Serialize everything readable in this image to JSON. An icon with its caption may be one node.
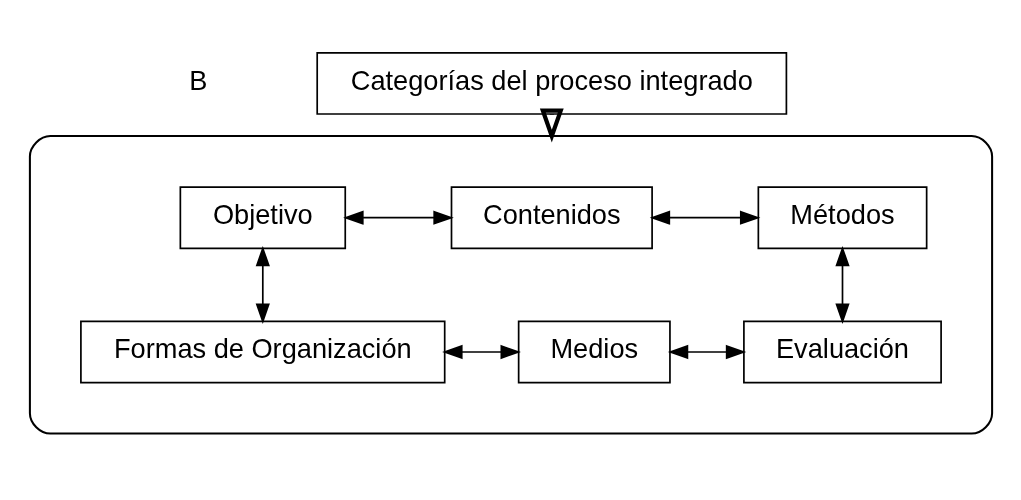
{
  "diagram": {
    "nodes": [
      {
        "text": [
          "Categorías del proceso integrado"
        ]
      },
      {
        "text": [],
        "shape": "ellipse"
      },
      {
        "text": [
          "Objetivo"
        ],
        "in": 1
      },
      {
        "text": [
          "Contenidos"
        ],
        "in": 1
      },
      {
        "text": [
          "Métodos"
        ],
        "in": 1
      },
      {
        "text": [
          "Formas de Organización"
        ],
        "in": 1
      },
      {
        "text": [
          "Medios"
        ],
        "in": 1
      },
      {
        "text": [
          "Evaluación"
        ],
        "in": 1
      }
    ],
    "edges": [
      {
        "from": 0,
        "to": 1,
        "arrow": "to",
        "style": "thick"
      },
      {
        "from": 2,
        "to": 3,
        "arrow": "both"
      },
      {
        "from": 3,
        "to": 4,
        "arrow": "both"
      },
      {
        "from": 4,
        "to": 7,
        "arrow": "both"
      },
      {
        "from": 2,
        "to": 5,
        "arrow": "both"
      },
      {
        "from": 5,
        "to": 6,
        "arrow": "both"
      },
      {
        "from": 6,
        "to": 7,
        "arrow": "both"
      }
    ],
    "labels": [
      "B"
    ]
  }
}
